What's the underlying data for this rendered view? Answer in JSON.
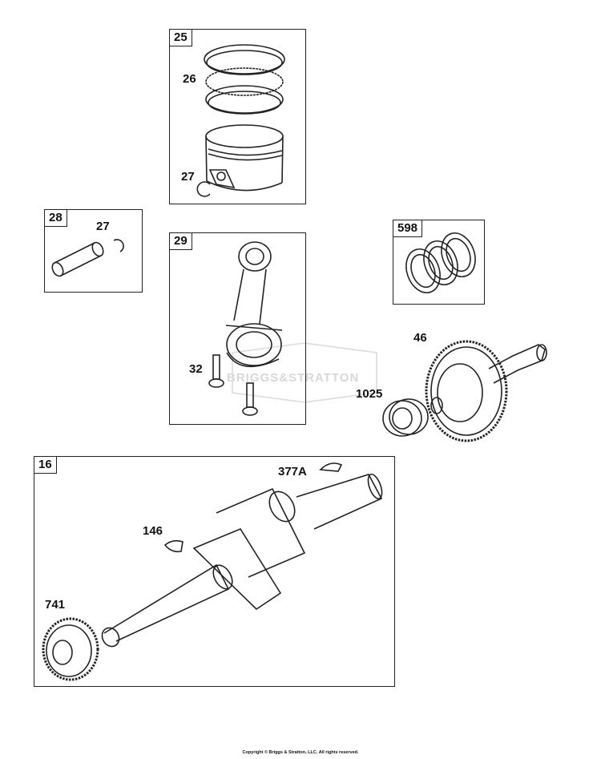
{
  "diagram": {
    "groups": [
      {
        "id": "g25",
        "ref": "25"
      },
      {
        "id": "g28",
        "ref": "28"
      },
      {
        "id": "g29",
        "ref": "29"
      },
      {
        "id": "g598",
        "ref": "598"
      },
      {
        "id": "g16",
        "ref": "16"
      }
    ],
    "callouts": {
      "c26": "26",
      "c27a": "27",
      "c27b": "27",
      "c32": "32",
      "c46": "46",
      "c1025": "1025",
      "c377a": "377A",
      "c146": "146",
      "c741": "741"
    },
    "watermark": "BRIGGS&STRATTON",
    "copyright": "Copyright © Briggs & Stratton, LLC. All rights reserved."
  }
}
